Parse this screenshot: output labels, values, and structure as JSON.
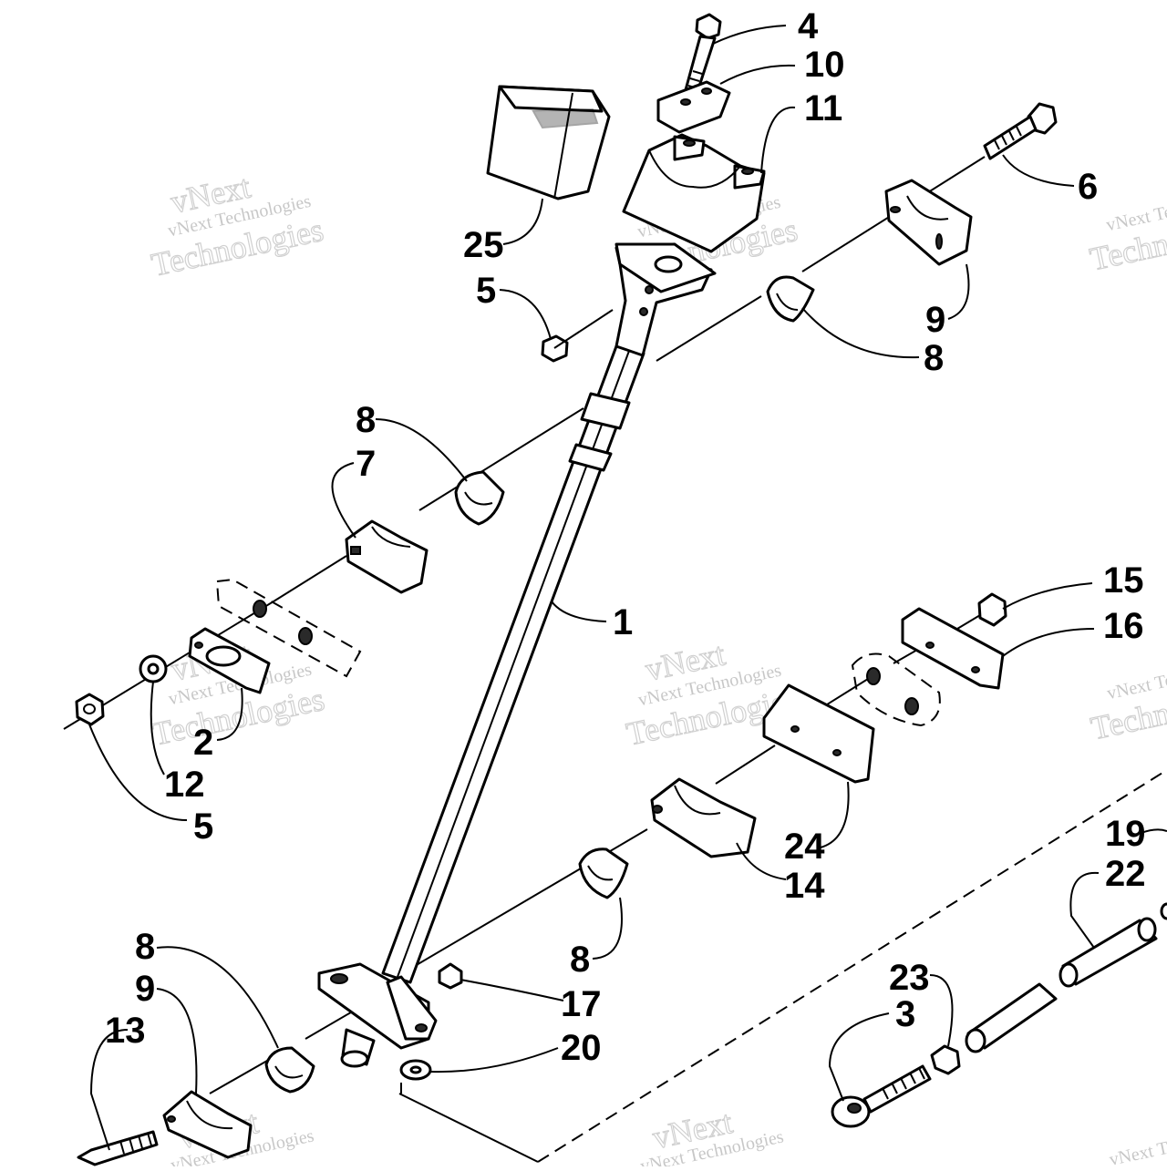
{
  "callouts": {
    "c1": "1",
    "c2": "2",
    "c3": "3",
    "c4": "4",
    "c5a": "5",
    "c5b": "5",
    "c6": "6",
    "c7": "7",
    "c8a": "8",
    "c8b": "8",
    "c8c": "8",
    "c8d": "8",
    "c9a": "9",
    "c9b": "9",
    "c10": "10",
    "c11": "11",
    "c12": "12",
    "c13": "13",
    "c14": "14",
    "c15": "15",
    "c16": "16",
    "c17": "17",
    "c19": "19",
    "c20": "20",
    "c22": "22",
    "c23": "23",
    "c24": "24",
    "c25": "25"
  },
  "watermark": {
    "line1": "vNext Technologies",
    "line2": "Technologies",
    "logo": "vNext"
  }
}
